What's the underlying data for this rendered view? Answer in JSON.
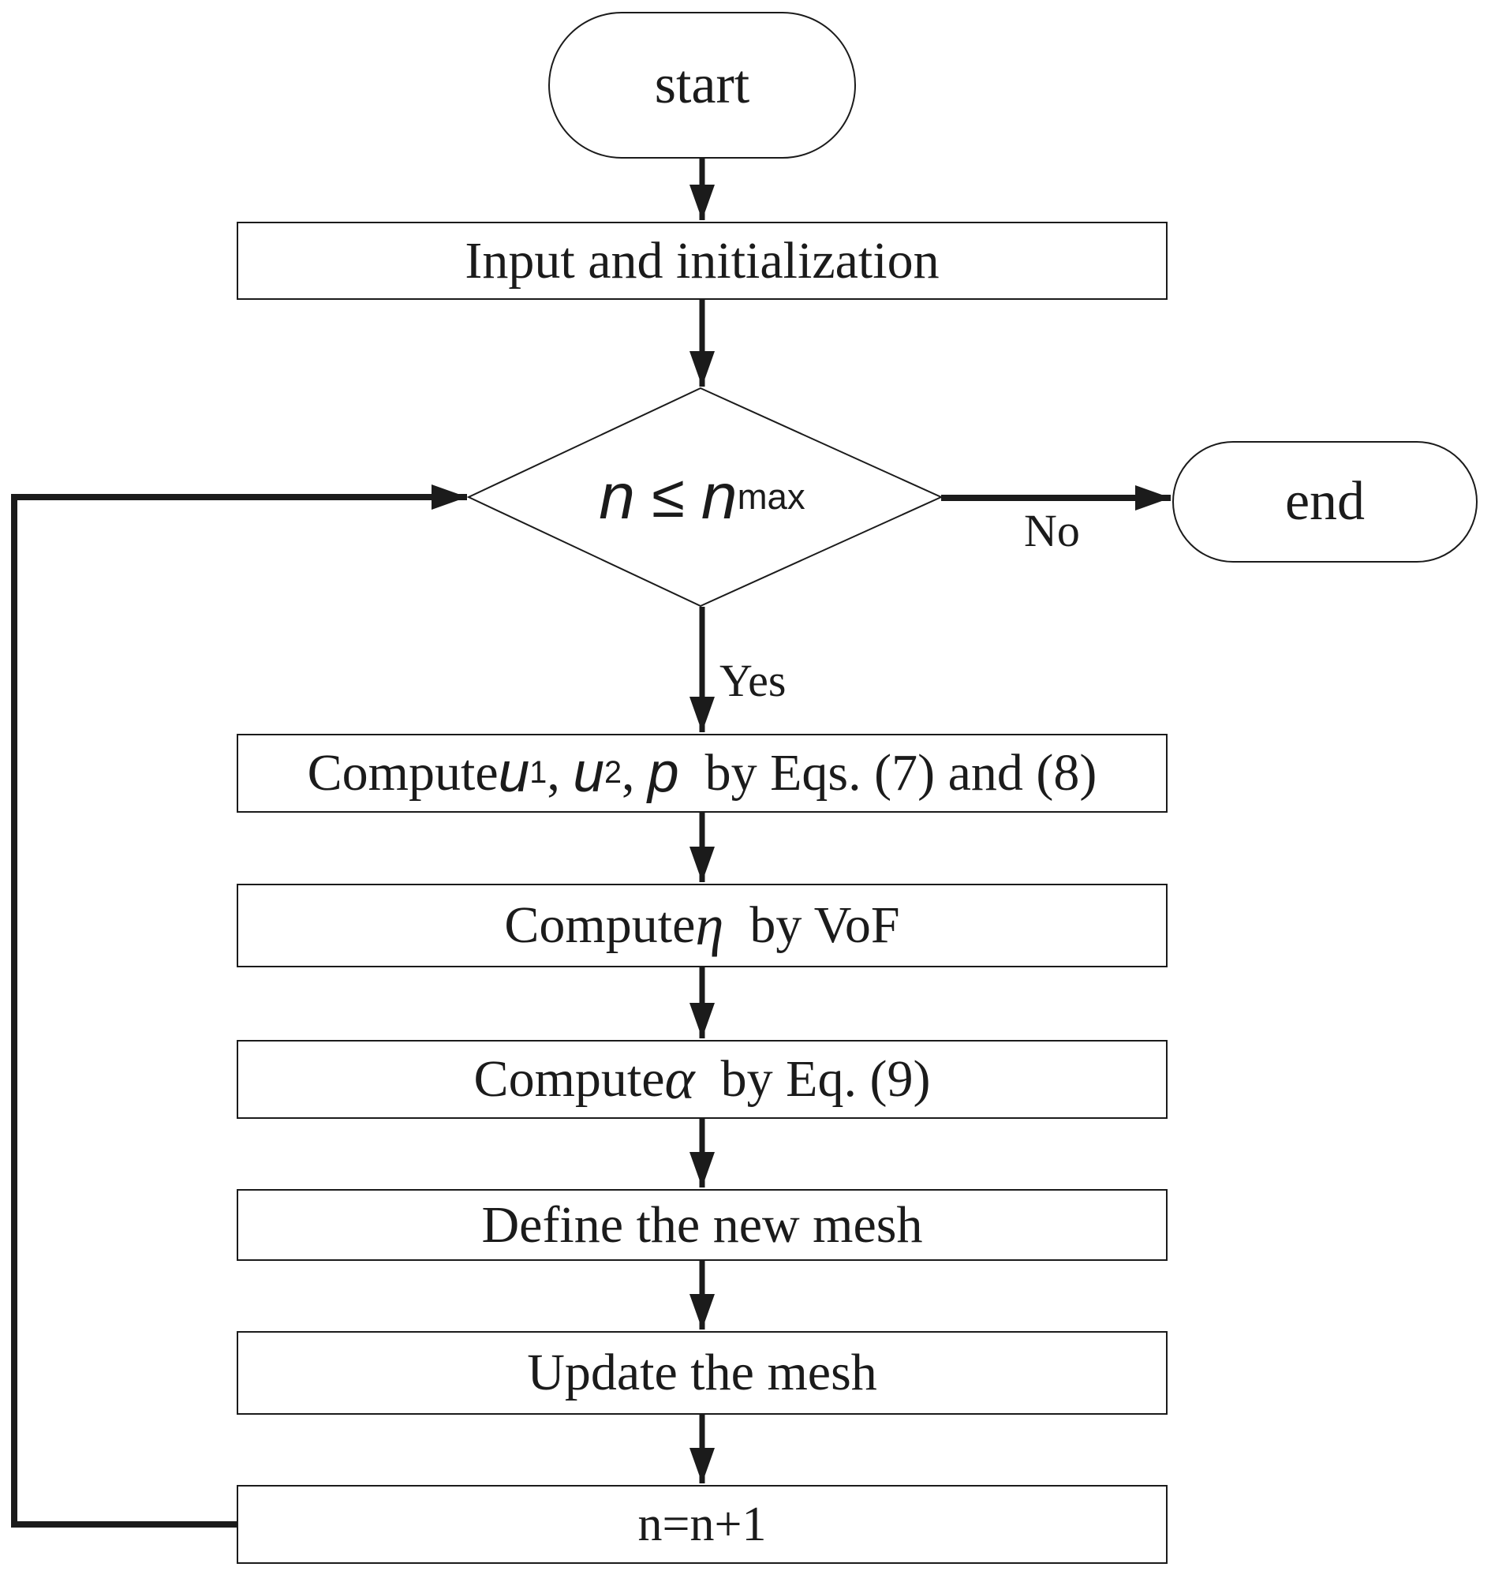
{
  "figure": {
    "type": "flowchart",
    "ink_color": "#1b1b1b",
    "background_color": "#ffffff"
  },
  "nodes": {
    "start": {
      "label": "start"
    },
    "input": {
      "segments": [
        {
          "t": "Input and initialization",
          "s": "serif"
        }
      ]
    },
    "decision": {
      "segments": [
        {
          "t": "n",
          "s": "var"
        },
        {
          "t": " ≤ ",
          "s": "op"
        },
        {
          "t": "n",
          "s": "var"
        },
        {
          "t": "max",
          "s": "sub"
        }
      ]
    },
    "end": {
      "label": "end"
    },
    "step1": {
      "segments": [
        {
          "t": "Compute ",
          "s": "serif"
        },
        {
          "t": "u",
          "s": "var"
        },
        {
          "t": "1",
          "s": "sub"
        },
        {
          "t": ",  ",
          "s": "serif"
        },
        {
          "t": "u",
          "s": "var"
        },
        {
          "t": "2",
          "s": "sub"
        },
        {
          "t": ",  ",
          "s": "serif"
        },
        {
          "t": "p",
          "s": "var"
        },
        {
          "t": "  by Eqs. (7) and (8)",
          "s": "serif"
        }
      ]
    },
    "step2": {
      "segments": [
        {
          "t": "Compute ",
          "s": "serif"
        },
        {
          "t": "η",
          "s": "greek"
        },
        {
          "t": "  by VoF",
          "s": "serif"
        }
      ]
    },
    "step3": {
      "segments": [
        {
          "t": "Compute ",
          "s": "serif"
        },
        {
          "t": "α",
          "s": "greek"
        },
        {
          "t": "  by Eq. (9)",
          "s": "serif"
        }
      ]
    },
    "step4": {
      "segments": [
        {
          "t": "Define the new mesh",
          "s": "serif"
        }
      ]
    },
    "step5": {
      "segments": [
        {
          "t": "Update the mesh",
          "s": "serif"
        }
      ]
    },
    "step6": {
      "segments": [
        {
          "t": "n=n+1",
          "s": "serif"
        }
      ]
    }
  },
  "edges": {
    "yes_label": "Yes",
    "no_label": "No"
  }
}
